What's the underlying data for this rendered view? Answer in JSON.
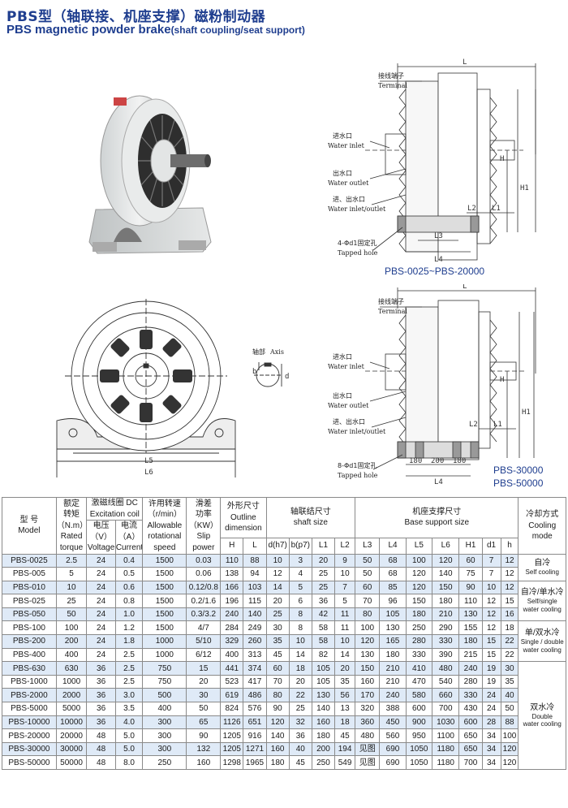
{
  "header": {
    "title_cn": "PBS型（轴联接、机座支撑）磁粉制动器",
    "title_en_main": "PBS magnetic powder brake",
    "title_en_sub": "(shaft coupling/seat support)"
  },
  "drawing_top": {
    "L": "L",
    "terminal_cn": "接线端子",
    "terminal_en": "Terminal",
    "water_inlet_cn": "进水口",
    "water_inlet_en": "Water inlet",
    "water_outlet_cn": "出水口",
    "water_outlet_en": "Water outlet",
    "water_io_cn": "进、出水口",
    "water_io_en": "Water inlet/outlet",
    "hole_cn": "4-Φd1固定孔",
    "hole_en": "Tapped hole",
    "H": "H",
    "H1": "H1",
    "L1": "L1",
    "L2": "L2",
    "L3": "L3",
    "L4": "L4",
    "model_range": "PBS-0025~PBS-20000"
  },
  "drawing_front": {
    "L5": "L5",
    "L6": "L6",
    "axis_cn": "轴部",
    "axis_en": "Axis",
    "b": "b",
    "d": "d"
  },
  "drawing_bottom": {
    "L": "L",
    "terminal_cn": "接线端子",
    "terminal_en": "Terminal",
    "water_inlet_cn": "进水口",
    "water_inlet_en": "Water inlet",
    "water_outlet_cn": "出水口",
    "water_outlet_en": "Water outlet",
    "water_io_cn": "进、出水口",
    "water_io_en": "Water inlet/outlet",
    "hole_cn": "8-Φd1固定孔",
    "hole_en": "Tapped hole",
    "H": "H",
    "H1": "H1",
    "L1": "L1",
    "L2": "L2",
    "L4": "L4",
    "base_a": "180",
    "base_b": "200",
    "base_c": "180",
    "model_a": "PBS-30000",
    "model_b": "PBS-50000"
  },
  "table": {
    "h_model": "型 号\nModel",
    "h_torque": "额定\n转矩\n（N.m）\nRated\ntorque",
    "h_coil": "激磁线圈 DC\nExcitation coil",
    "h_voltage": "电压\n（V）\nVoltage",
    "h_current": "电流\n（A）\nCurrent",
    "h_speed": "许用转速\n（r/min）\nAllowable\nrotational\nspeed",
    "h_slip": "滑差\n功率\n（KW）\nSlip\npower",
    "h_outline": "外形尺寸\nOutline\ndimension",
    "h_shaft": "轴联结尺寸\nshaft size",
    "h_base": "机座支撑尺寸\nBase support size",
    "h_cooling": "冷却方式\nCooling\nmode",
    "sub": [
      "H",
      "L",
      "d(h7)",
      "b(p7)",
      "L1",
      "L2",
      "L3",
      "L4",
      "L5",
      "L6",
      "H1",
      "d1",
      "h"
    ],
    "rows": [
      [
        "PBS-0025",
        "2.5",
        "24",
        "0.4",
        "1500",
        "0.03",
        "110",
        "88",
        "10",
        "3",
        "20",
        "9",
        "50",
        "68",
        "100",
        "120",
        "60",
        "7",
        "12"
      ],
      [
        "PBS-005",
        "5",
        "24",
        "0.5",
        "1500",
        "0.06",
        "138",
        "94",
        "12",
        "4",
        "25",
        "10",
        "50",
        "68",
        "120",
        "140",
        "75",
        "7",
        "12"
      ],
      [
        "PBS-010",
        "10",
        "24",
        "0.6",
        "1500",
        "0.12/0.8",
        "166",
        "103",
        "14",
        "5",
        "25",
        "7",
        "60",
        "85",
        "120",
        "150",
        "90",
        "10",
        "12"
      ],
      [
        "PBS-025",
        "25",
        "24",
        "0.8",
        "1500",
        "0.2/1.6",
        "196",
        "115",
        "20",
        "6",
        "36",
        "5",
        "70",
        "96",
        "150",
        "180",
        "110",
        "12",
        "15"
      ],
      [
        "PBS-050",
        "50",
        "24",
        "1.0",
        "1500",
        "0.3/3.2",
        "240",
        "140",
        "25",
        "8",
        "42",
        "11",
        "80",
        "105",
        "180",
        "210",
        "130",
        "12",
        "16"
      ],
      [
        "PBS-100",
        "100",
        "24",
        "1.2",
        "1500",
        "4/7",
        "284",
        "249",
        "30",
        "8",
        "58",
        "11",
        "100",
        "130",
        "250",
        "290",
        "155",
        "12",
        "18"
      ],
      [
        "PBS-200",
        "200",
        "24",
        "1.8",
        "1000",
        "5/10",
        "329",
        "260",
        "35",
        "10",
        "58",
        "10",
        "120",
        "165",
        "280",
        "330",
        "180",
        "15",
        "22"
      ],
      [
        "PBS-400",
        "400",
        "24",
        "2.5",
        "1000",
        "6/12",
        "400",
        "313",
        "45",
        "14",
        "82",
        "14",
        "130",
        "180",
        "330",
        "390",
        "215",
        "15",
        "22"
      ],
      [
        "PBS-630",
        "630",
        "36",
        "2.5",
        "750",
        "15",
        "441",
        "374",
        "60",
        "18",
        "105",
        "20",
        "150",
        "210",
        "410",
        "480",
        "240",
        "19",
        "30"
      ],
      [
        "PBS-1000",
        "1000",
        "36",
        "2.5",
        "750",
        "20",
        "523",
        "417",
        "70",
        "20",
        "105",
        "35",
        "160",
        "210",
        "470",
        "540",
        "280",
        "19",
        "35"
      ],
      [
        "PBS-2000",
        "2000",
        "36",
        "3.0",
        "500",
        "30",
        "619",
        "486",
        "80",
        "22",
        "130",
        "56",
        "170",
        "240",
        "580",
        "660",
        "330",
        "24",
        "40"
      ],
      [
        "PBS-5000",
        "5000",
        "36",
        "3.5",
        "400",
        "50",
        "824",
        "576",
        "90",
        "25",
        "140",
        "13",
        "320",
        "388",
        "600",
        "700",
        "430",
        "24",
        "50"
      ],
      [
        "PBS-10000",
        "10000",
        "36",
        "4.0",
        "300",
        "65",
        "1126",
        "651",
        "120",
        "32",
        "160",
        "18",
        "360",
        "450",
        "900",
        "1030",
        "600",
        "28",
        "88"
      ],
      [
        "PBS-20000",
        "20000",
        "48",
        "5.0",
        "300",
        "90",
        "1205",
        "916",
        "140",
        "36",
        "180",
        "45",
        "480",
        "560",
        "950",
        "1100",
        "650",
        "34",
        "100"
      ],
      [
        "PBS-30000",
        "30000",
        "48",
        "5.0",
        "300",
        "132",
        "1205",
        "1271",
        "160",
        "40",
        "200",
        "194",
        "见图",
        "690",
        "1050",
        "1180",
        "650",
        "34",
        "120"
      ],
      [
        "PBS-50000",
        "50000",
        "48",
        "8.0",
        "250",
        "160",
        "1298",
        "1965",
        "180",
        "45",
        "250",
        "549",
        "见图",
        "690",
        "1050",
        "1180",
        "700",
        "34",
        "120"
      ]
    ],
    "cooling": {
      "self_cn": "自冷",
      "self_en": "Self cooling",
      "ss_cn": "自冷/单水冷",
      "ss_en1": "Self/single",
      "ss_en2": "water cooling",
      "sd_cn": "单/双水冷",
      "sd_en1": "Single / double",
      "sd_en2": "water cooling",
      "d_cn": "双水冷",
      "d_en1": "Double",
      "d_en2": "water cooling"
    }
  }
}
